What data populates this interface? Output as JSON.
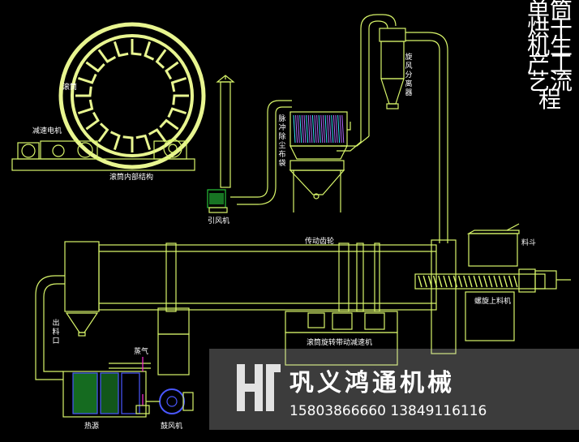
{
  "title": "单筒烘干机生产工艺流程",
  "labels": {
    "drum": "滚筒",
    "reducer_motor": "减速电机",
    "drum_internal": "滚筒内部结构",
    "induced_fan": "引风机",
    "bag_filter": "脉冲除尘布袋",
    "cyclone": "旋风分离器",
    "drive_gear": "传动齿轮",
    "hopper": "料斗",
    "screw_feeder": "螺旋上料机",
    "discharge": "出料口",
    "drum_drive": "滚筒旋转带动减速机",
    "steam": "蒸气",
    "heat_source": "热源",
    "blower": "鼓风机"
  },
  "watermark": {
    "company": "巩义鸿通机械",
    "phones": "15803866660  13849116116"
  },
  "colors": {
    "line": "#d8f56a",
    "white": "#ffffff",
    "blue": "#4a57ff",
    "purple": "#b26bff",
    "green": "#27c23a",
    "magenta": "#ff2bd6",
    "cyan": "#39e6ff"
  }
}
